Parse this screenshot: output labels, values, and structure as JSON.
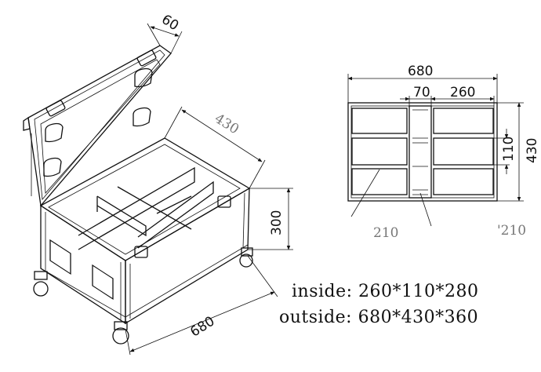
{
  "case_drawing": {
    "dim_lid_depth": "60",
    "dim_depth": "430",
    "dim_height": "300",
    "dim_length": "680"
  },
  "plan_view": {
    "dim_total_width": "680",
    "dim_divider": "70",
    "dim_compartment": "260",
    "dim_row": "110",
    "dim_total_depth": "430",
    "label_left": "210",
    "label_right": "'210"
  },
  "specs": {
    "inside_label": "inside:",
    "inside_value": "260*110*280",
    "outside_label": "outside:",
    "outside_value": "680*430*360"
  }
}
